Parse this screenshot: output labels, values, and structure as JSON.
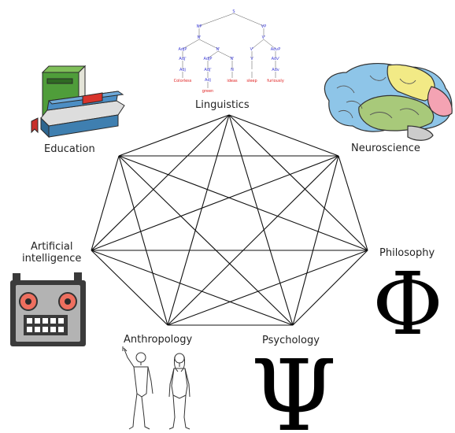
{
  "disciplines": {
    "linguistics": "Linguistics",
    "neuroscience": "Neuroscience",
    "philosophy": "Philosophy",
    "psychology": "Psychology",
    "anthropology": "Anthropology",
    "ai_line1": "Artificial",
    "ai_line2": "intelligence",
    "education": "Education"
  },
  "symbols": {
    "philosophy": "Φ",
    "psychology": "Ψ"
  },
  "parse_tree": {
    "root": "S",
    "leaves": [
      "Colorless",
      "green",
      "ideas",
      "sleep",
      "furiously"
    ]
  }
}
